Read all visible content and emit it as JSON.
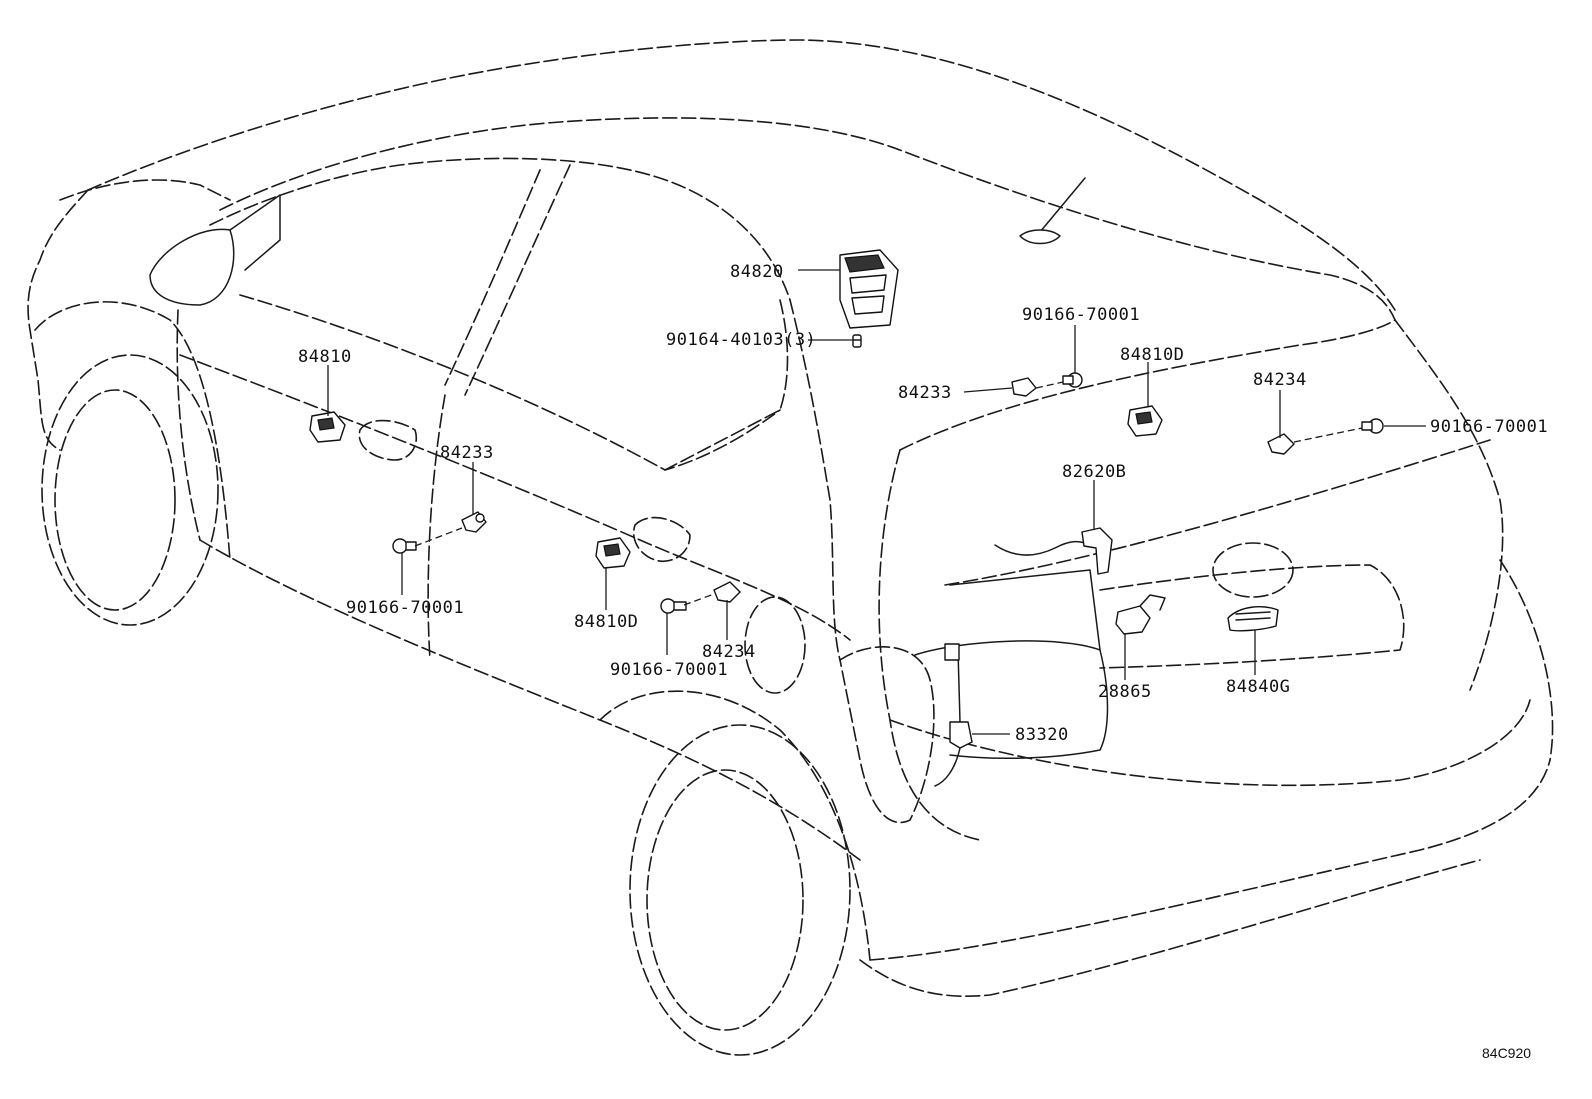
{
  "diagram_code": "84C920",
  "callouts": {
    "p84820": "84820",
    "p90164_40103": "90164-40103(3)",
    "p84810_left": "84810",
    "p84233_left": "84233",
    "p90166_left": "90166-70001",
    "p84810D_left": "84810D",
    "p84234_left": "84234",
    "p90166_bottom": "90166-70001",
    "p84233_right": "84233",
    "p90166_top": "90166-70001",
    "p84810D_right": "84810D",
    "p84234_right": "84234",
    "p90166_right": "90166-70001",
    "p82620B": "82620B",
    "p28865": "28865",
    "p84840G": "84840G",
    "p83320": "83320"
  }
}
